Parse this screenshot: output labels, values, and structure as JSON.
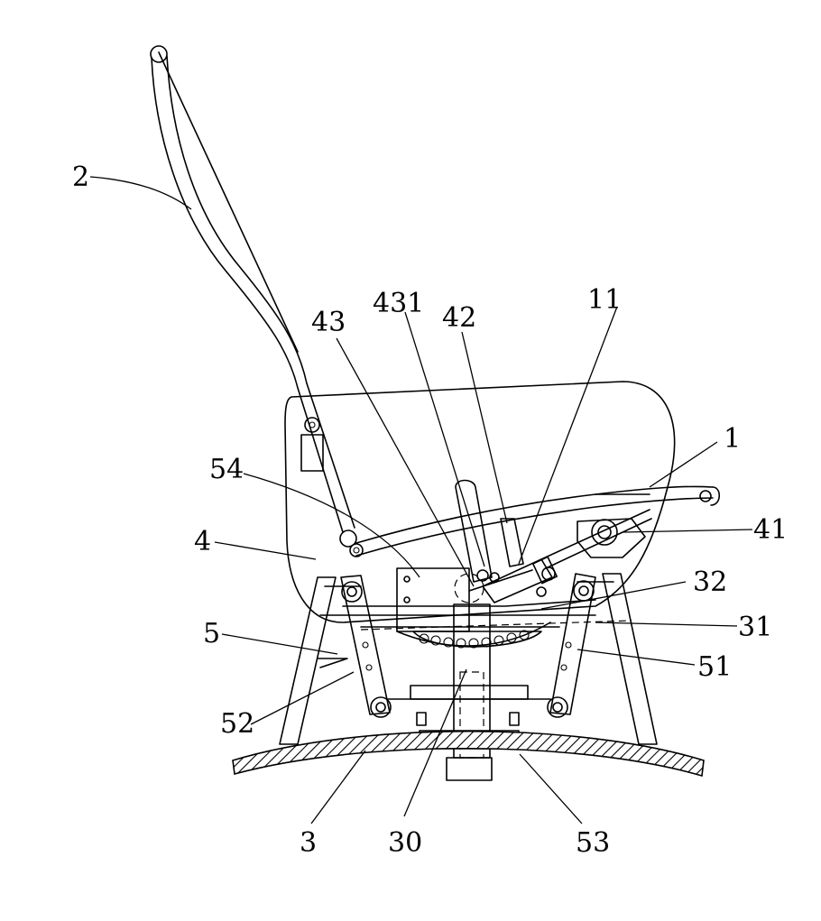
{
  "labels": {
    "l1": "1",
    "l2": "2",
    "l3": "3",
    "l4": "4",
    "l5": "5",
    "l11": "11",
    "l30": "30",
    "l31": "31",
    "l32": "32",
    "l41": "41",
    "l42": "42",
    "l43": "43",
    "l431": "431",
    "l51": "51",
    "l52": "52",
    "l53": "53",
    "l54": "54"
  }
}
